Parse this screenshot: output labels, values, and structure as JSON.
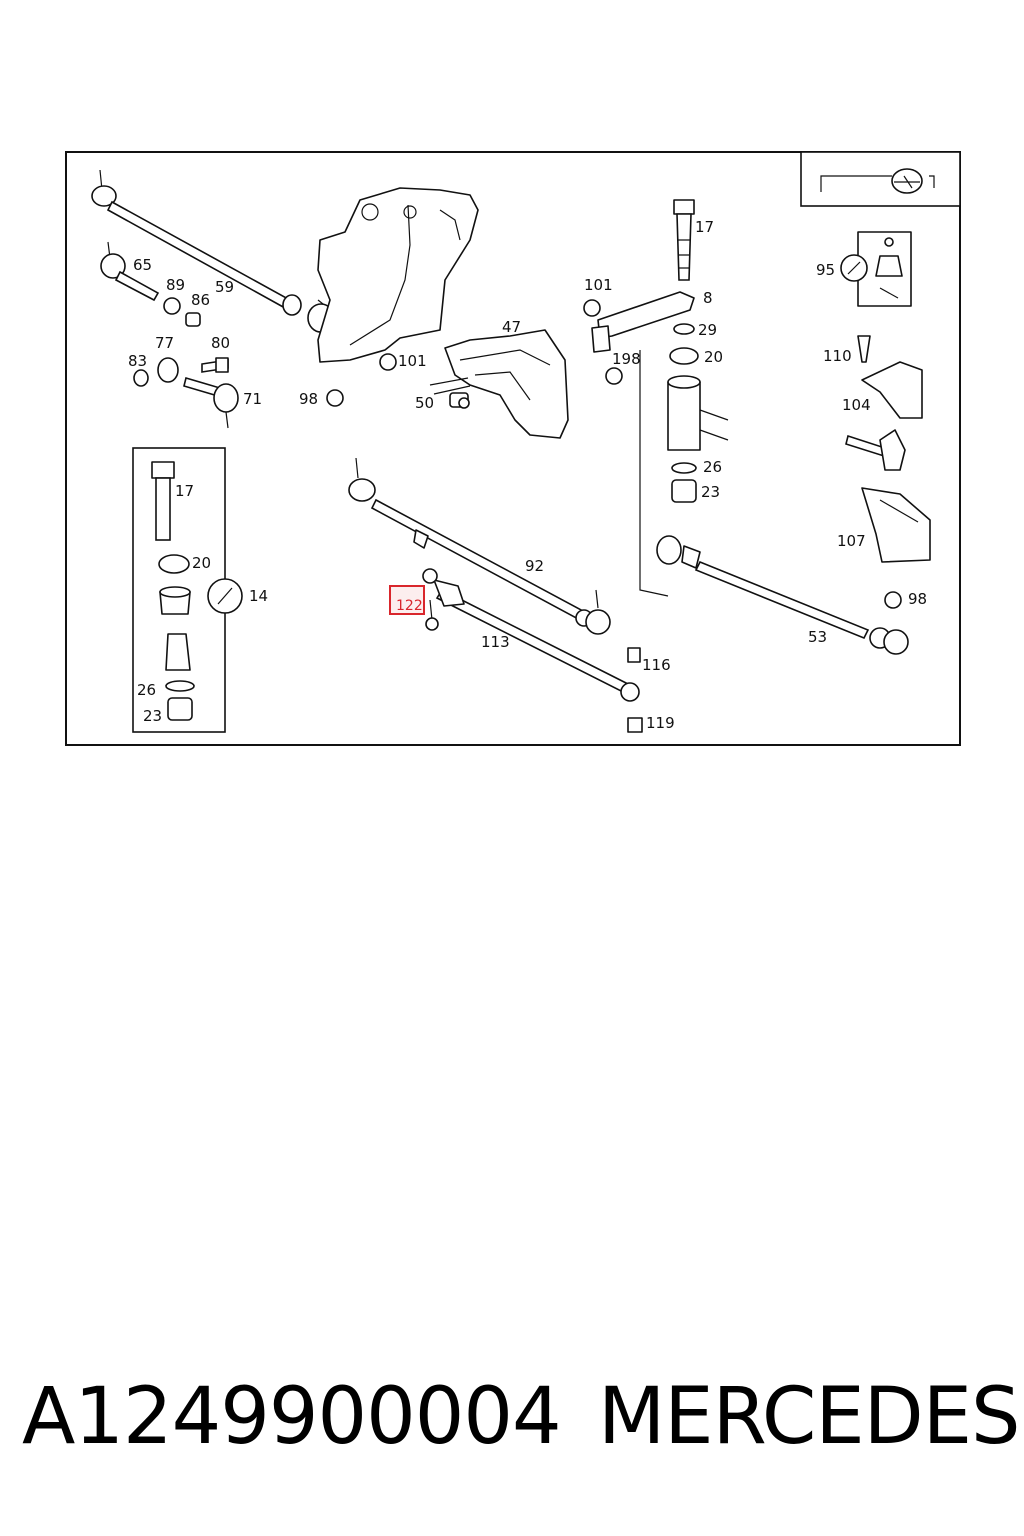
{
  "diagram": {
    "labels": {
      "l17a": "17",
      "l101a": "101",
      "l8": "8",
      "l29": "29",
      "l198": "198",
      "l20a": "20",
      "l65": "65",
      "l89": "89",
      "l86": "86",
      "l59": "59",
      "l47": "47",
      "l101b": "101",
      "l77": "77",
      "l80": "80",
      "l83": "83",
      "l71": "71",
      "l98a": "98",
      "l50": "50",
      "l95": "95",
      "l110": "110",
      "l104": "104",
      "l107": "107",
      "l26a": "26",
      "l23a": "23",
      "l17b": "17",
      "l20b": "20",
      "l14": "14",
      "l26b": "26",
      "l23b": "23",
      "l92": "92",
      "l122": "122",
      "l113": "113",
      "l116": "116",
      "l119": "119",
      "l53": "53",
      "l98b": "98"
    },
    "highlighted_part": "122",
    "highlight_color": "#d9262c"
  },
  "caption": {
    "part_number": "A1249900004",
    "brand": "MERCEDES"
  }
}
